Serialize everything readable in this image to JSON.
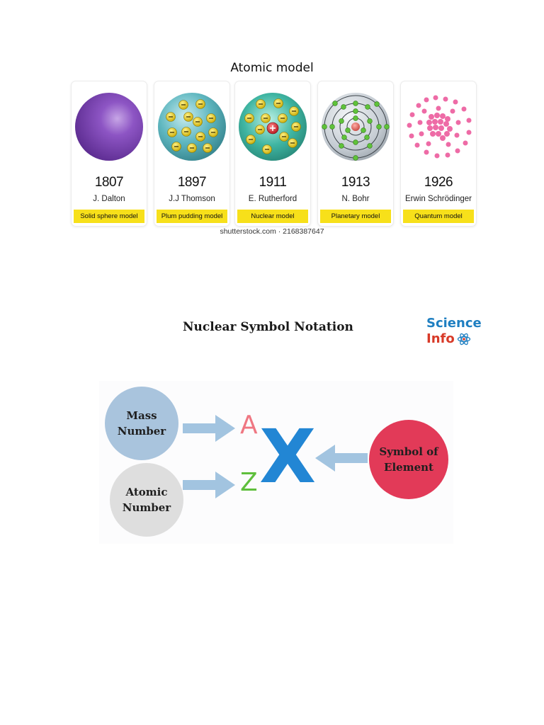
{
  "header": {
    "title": "Atomic model"
  },
  "models": [
    {
      "year": "1807",
      "scientist": "J. Dalton",
      "model": "Solid sphere model",
      "icon": "dalton-sphere-icon"
    },
    {
      "year": "1897",
      "scientist": "J.J Thomson",
      "model": "Plum pudding model",
      "icon": "plum-pudding-icon"
    },
    {
      "year": "1911",
      "scientist": "E. Rutherford",
      "model": "Nuclear model",
      "icon": "nuclear-atom-icon"
    },
    {
      "year": "1913",
      "scientist": "N. Bohr",
      "model": "Planetary model",
      "icon": "planetary-atom-icon"
    },
    {
      "year": "1926",
      "scientist": "Erwin Schrödinger",
      "model": "Quantum model",
      "icon": "quantum-cloud-icon"
    }
  ],
  "watermark": "shutterstock.com · 2168387647",
  "notation": {
    "title": "Nuclear Symbol Notation",
    "logo": {
      "line1": "Science",
      "line2": "Info"
    },
    "mass_number": "Mass Number",
    "atomic_number": "Atomic Number",
    "symbol_of_element": "Symbol of Element",
    "letter_a": "A",
    "letter_z": "Z",
    "letter_x": "X"
  },
  "colors": {
    "tag_yellow": "#f7e01a",
    "mass_circle": "#a9c4dd",
    "atomic_circle": "#dedede",
    "symbol_circle": "#e23a58",
    "arrow": "#a2c4e0",
    "letter_a": "#ef7782",
    "letter_z": "#5fbf3c",
    "letter_x": "#2286d4",
    "logo_blue": "#1f7fc1",
    "logo_red": "#d83a28"
  }
}
